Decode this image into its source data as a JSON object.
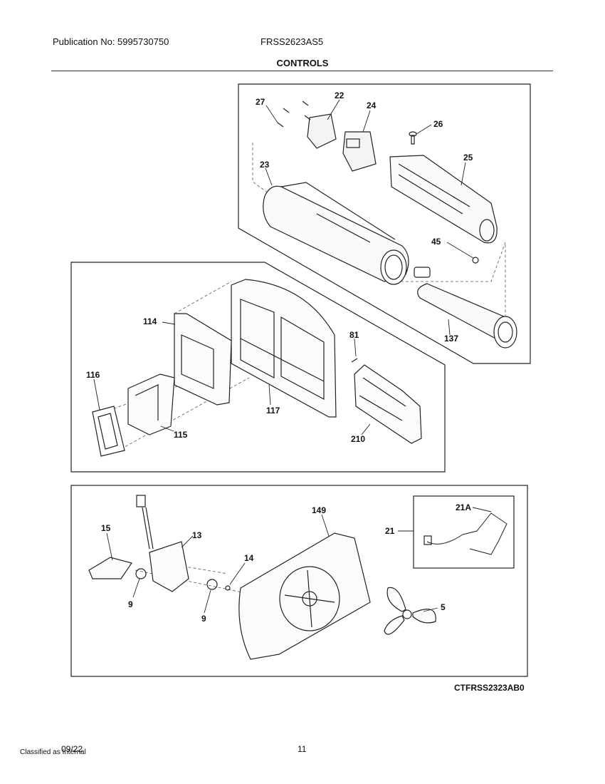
{
  "header": {
    "publication": "Publication No: 5995730750",
    "model": "FRSS2623AS5",
    "section_title": "CONTROLS"
  },
  "callouts": {
    "c27": "27",
    "c22": "22",
    "c24": "24",
    "c26": "26",
    "c23": "23",
    "c25": "25",
    "c45": "45",
    "c137": "137",
    "c114": "114",
    "c81": "81",
    "c116": "116",
    "c117": "117",
    "c115": "115",
    "c210": "210",
    "c149": "149",
    "c21A": "21A",
    "c21": "21",
    "c15": "15",
    "c13": "13",
    "c14": "14",
    "c9a": "9",
    "c9b": "9",
    "c5": "5"
  },
  "footer": {
    "diagram_ref": "CTFRSS2323AB0",
    "date": "09/22",
    "classification": "Classified as Internal",
    "page_number": "11"
  }
}
